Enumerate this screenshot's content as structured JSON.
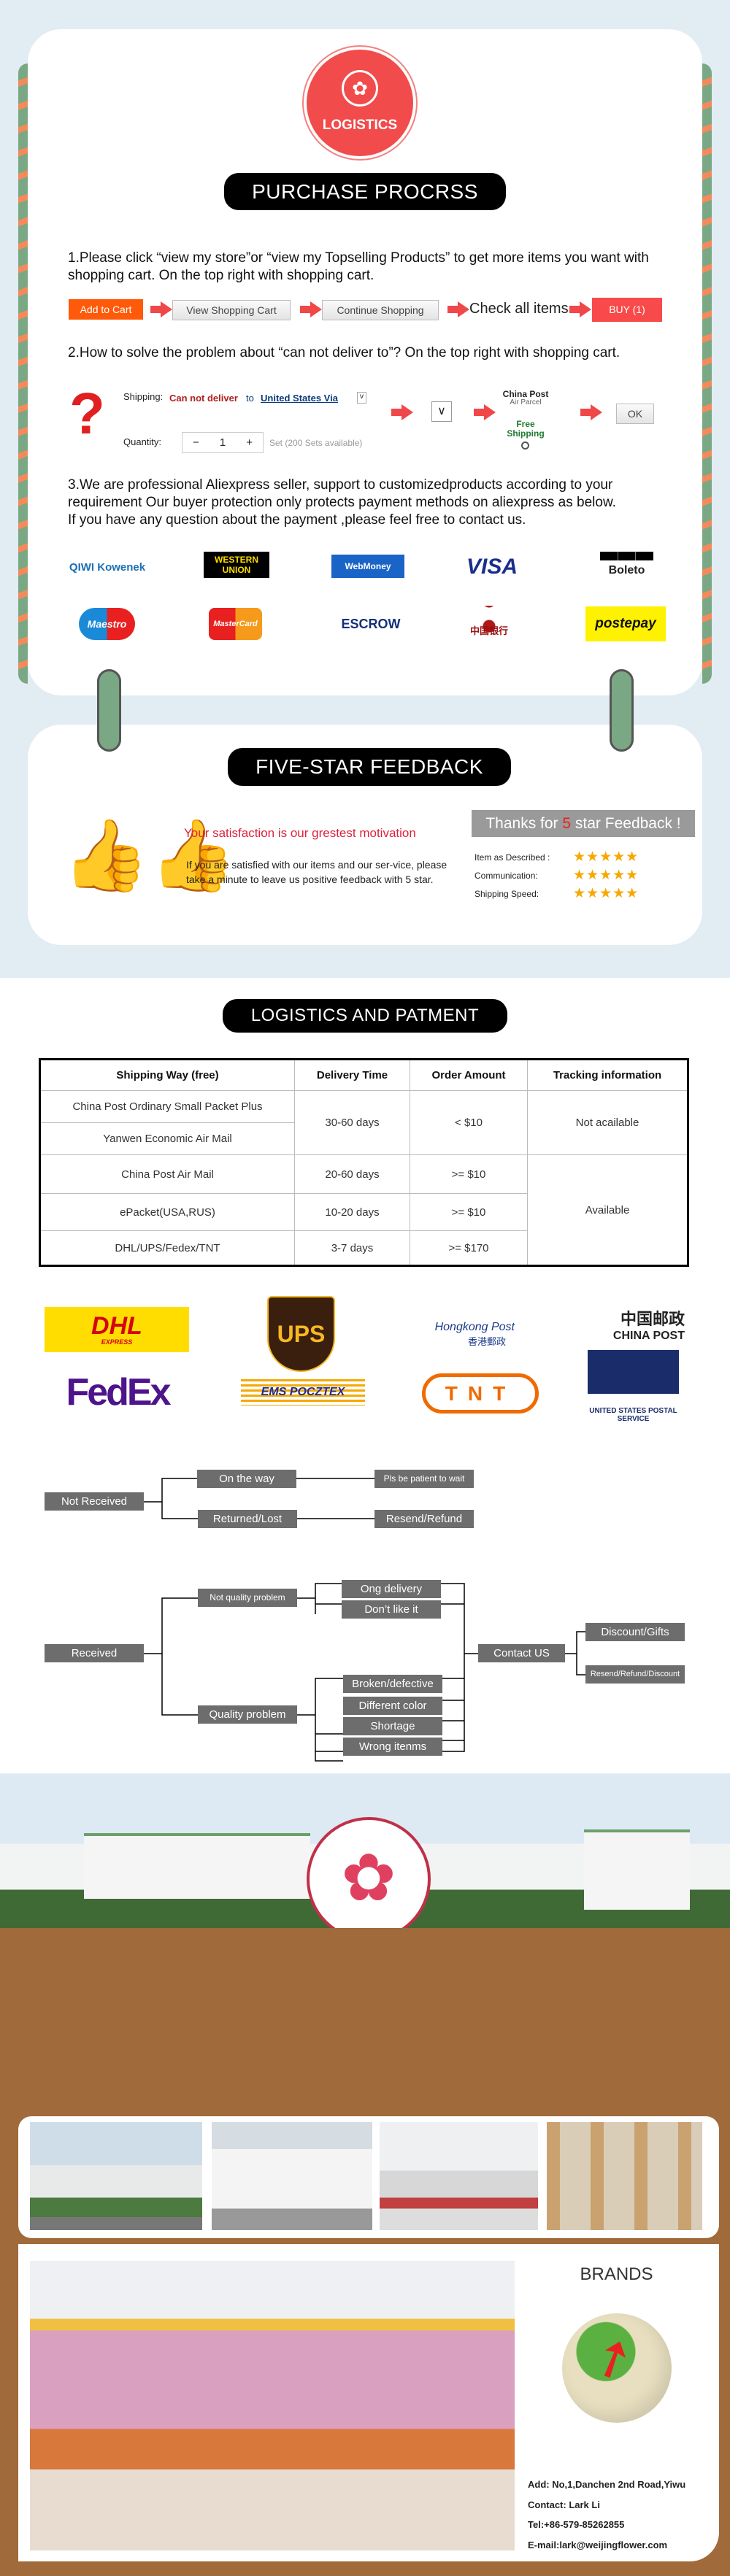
{
  "badge": {
    "label": "LOGISTICS"
  },
  "purchase": {
    "title": "PURCHASE PROCRSS",
    "step1": "1.Please click “view my store”or “view my Topselling Products” to get more items you want with shopping cart. On the top right with shopping cart.",
    "flow": {
      "add_to_cart": "Add to Cart",
      "view_cart": "View Shopping Cart",
      "continue": "Continue Shopping",
      "check_all": "Check all items",
      "buy": "BUY (1)"
    },
    "step2": "2.How to solve the problem about “can not deliver to”? On the top right with shopping cart.",
    "shipping": {
      "label": "Shipping:",
      "error": "Can not deliver",
      "to": "to",
      "country": "United States Via",
      "quantity_label": "Quantity:",
      "quantity": "1",
      "minus": "−",
      "plus": "+",
      "available": "Set (200 Sets available)",
      "carrier_name": "China Post",
      "carrier_sub": "Air Parcel",
      "free": "Free Shipping",
      "ok": "OK"
    },
    "step3": "3.We are professional Aliexpress seller, support to customizedproducts according to your requirement Our buyer protection only protects payment methods on aliexpress as below.",
    "step3b": "If you have any question about the payment ,please feel free to contact us.",
    "payments": [
      "QIWI Kowenek",
      "WESTERN UNION",
      "WebMoney",
      "VISA",
      "Boleto",
      "Maestro",
      "MasterCard",
      "ESCROW",
      "中国银行",
      "postepay"
    ]
  },
  "feedback": {
    "title": "FIVE-STAR FEEDBACK",
    "motto": "Your satisfaction is our grestest motivation",
    "body": "If you are satisfied with our items and our ser-vice, please take a minute to leave us positive feedback with 5 star.",
    "thanks_pre": "Thanks for ",
    "thanks_num": "5",
    "thanks_post": " star Feedback !",
    "ratings": [
      {
        "label": "Item as Described :",
        "stars": 5
      },
      {
        "label": "Communication:",
        "stars": 5
      },
      {
        "label": "Shipping Speed:",
        "stars": 5
      }
    ]
  },
  "logistics": {
    "title": "LOGISTICS AND PATMENT",
    "headers": [
      "Shipping Way (free)",
      "Delivery Time",
      "Order Amount",
      "Tracking information"
    ],
    "rows": [
      {
        "way": "China Post Ordinary Small Packet Plus",
        "time": "30-60 days",
        "amount": "< $10",
        "tracking": "Not acailable"
      },
      {
        "way": "Yanwen Economic Air Mail"
      },
      {
        "way": "China Post Air Mail",
        "time": "20-60 days",
        "amount": ">= $10",
        "tracking": "Available"
      },
      {
        "way": "ePacket(USA,RUS)",
        "time": "10-20 days",
        "amount": ">= $10"
      },
      {
        "way": "DHL/UPS/Fedex/TNT",
        "time": "3-7 days",
        "amount": ">= $170"
      }
    ],
    "carriers": [
      "DHL",
      "EXPRESS",
      "UPS",
      "Hongkong Post",
      "香港郵政",
      "中国邮政",
      "CHINA POST",
      "FedEx",
      "EMS POCZTEX",
      "TNT",
      "UNITED STATES POSTAL SERVICE"
    ]
  },
  "flow": {
    "not_received": "Not Received",
    "on_the_way": "On the way",
    "wait": "Pls be patient to wait",
    "returned": "Returned/Lost",
    "resend_refund": "Resend/Refund",
    "received": "Received",
    "not_quality": "Not quality problem",
    "long_delivery": "Ong delivery",
    "dont_like": "Don’t like it",
    "quality": "Quality problem",
    "broken": "Broken/defective",
    "diff_color": "Different color",
    "shortage": "Shortage",
    "wrong": "Wrong itenms",
    "contact": "Contact US",
    "discount": "Discount/Gifts",
    "resend_all": "Resend/Refund/Discount"
  },
  "company": {
    "brands": "BRANDS",
    "address": "Add: No,1,Danchen 2nd Road,Yiwu",
    "contact": "Contact: Lark Li",
    "tel": "Tel:+86-579-85262855",
    "email": "E-mail:lark@weijingflower.com"
  },
  "colors": {
    "accent": "#f04848",
    "bg": "#e2ecf3",
    "brown": "#a06a3a",
    "box": "#6d6d6d"
  }
}
